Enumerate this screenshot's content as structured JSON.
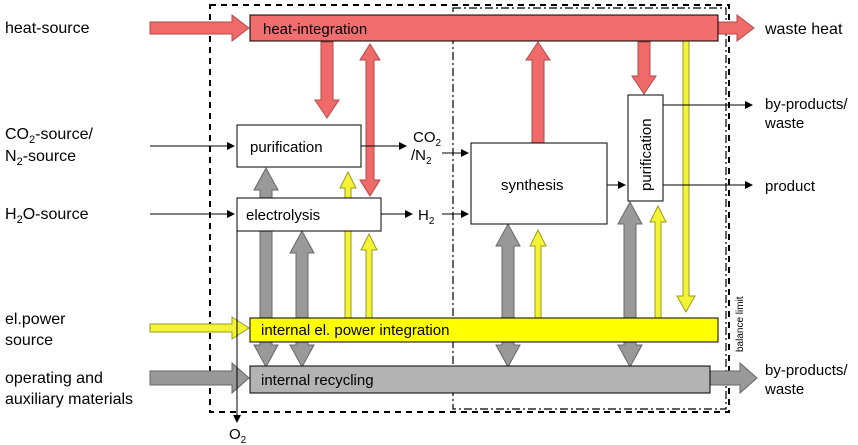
{
  "inputs": {
    "heat_source": "heat-source",
    "co2_source": {
      "pre": "CO",
      "sub": "2",
      "post": "-source/"
    },
    "n2_source": {
      "pre": "N",
      "sub": "2",
      "post": "-source"
    },
    "h2o_source": {
      "pre": "H",
      "sub": "2",
      "post": "O-source"
    },
    "elpower_line1": "el.power",
    "elpower_line2": "source",
    "operating_line1": "operating and",
    "operating_line2": "auxiliary materials"
  },
  "boxes": {
    "heat_integration": "heat-integration",
    "purification_left": "purification",
    "electrolysis": "electrolysis",
    "synthesis": "synthesis",
    "purification_right": "purification",
    "power_integration": "internal el. power integration",
    "recycling": "internal recycling"
  },
  "streams": {
    "co2": {
      "pre": "CO",
      "sub": "2"
    },
    "n2": {
      "pre": "/N",
      "sub": "2"
    },
    "h2": {
      "pre": "H",
      "sub": "2"
    },
    "o2": {
      "pre": "O",
      "sub": "2"
    }
  },
  "outputs": {
    "waste_heat": "waste heat",
    "byproducts_top_line1": "by-products/",
    "byproducts_top_line2": "waste",
    "product": "product",
    "byproducts_bottom_line1": "by-products/",
    "byproducts_bottom_line2": "waste"
  },
  "balance_limit": "balance limit",
  "colors": {
    "heat": "#f06a6a",
    "heat_box": "#f26d6d",
    "power": "#ffff00",
    "power_arrow": "#f4f436",
    "recycle": "#999999",
    "recycle_box": "#b3b3b3"
  }
}
